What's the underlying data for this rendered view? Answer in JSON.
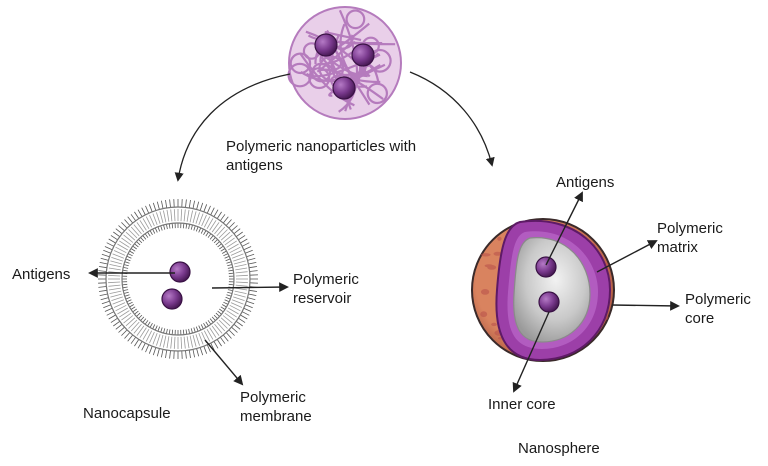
{
  "center": {
    "title_line1": "Polymeric nanoparticles with",
    "title_line2": "antigens"
  },
  "nanocapsule": {
    "name": "Nanocapsule",
    "antigens": "Antigens",
    "reservoir_line1": "Polymeric",
    "reservoir_line2": "reservoir",
    "membrane_line1": "Polymeric",
    "membrane_line2": "membrane"
  },
  "nanosphere": {
    "name": "Nanosphere",
    "antigens": "Antigens",
    "matrix_line1": "Polymeric",
    "matrix_line2": "matrix",
    "core_line1": "Polymeric",
    "core_line2": "core",
    "inner_core": "Inner core"
  },
  "colors": {
    "antigen": "#7a3a8e",
    "antigen_dark": "#4a1f5c",
    "polymer_strand": "#c08ac8",
    "shell_outer": "#c0614f",
    "matrix": "#a64cb0",
    "inner_core": "#c8c8c8",
    "arrow": "#222222"
  }
}
